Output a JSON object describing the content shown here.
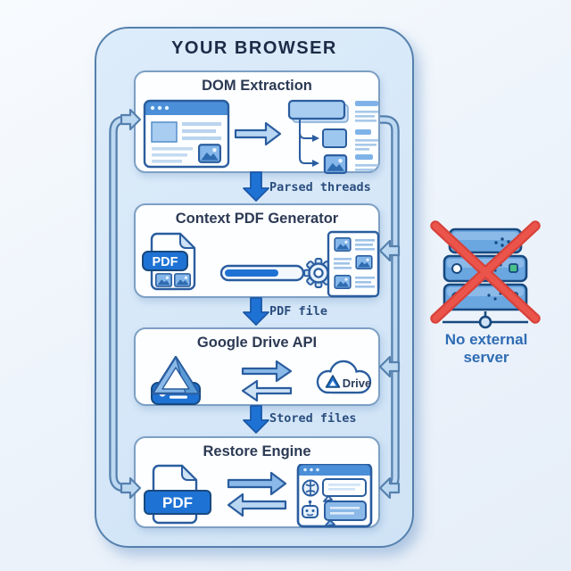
{
  "header": {
    "title": "YOUR BROWSER"
  },
  "boxes": {
    "dom": {
      "title": "DOM Extraction"
    },
    "pdf_gen": {
      "title": "Context PDF Generator",
      "pdf_badge": "PDF"
    },
    "drive": {
      "title": "Google Drive API",
      "cloud_label": "Drive"
    },
    "restore": {
      "title": "Restore Engine",
      "pdf_badge": "PDF"
    }
  },
  "flow_labels": {
    "parsed_threads": "Parsed threads",
    "pdf_file": "PDF file",
    "stored_files": "Stored files"
  },
  "aside": {
    "no_server_caption": "No external server"
  },
  "colors": {
    "accent_blue": "#1e72d4",
    "outline_blue": "#2a5d9f",
    "pipe_light": "#bdd8f1",
    "pipe_dark": "#5580ad",
    "container_fill": "#d9e9f8",
    "error_red": "#e2483d",
    "caption_blue": "#2e6cb4"
  }
}
